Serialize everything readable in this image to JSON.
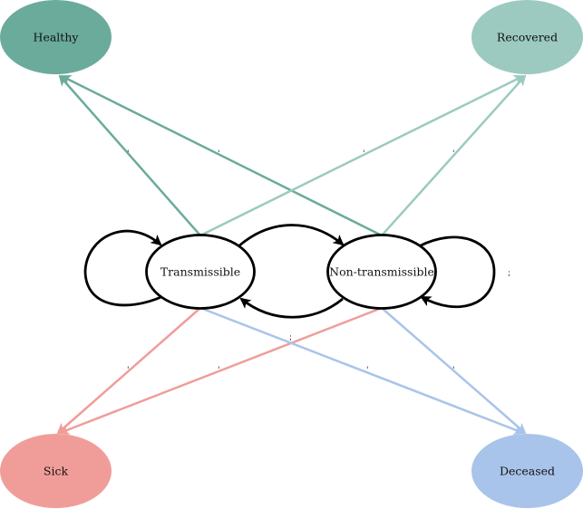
{
  "nodes": {
    "healthy": {
      "label": "Healthy",
      "color": "#6aab9c"
    },
    "recovered": {
      "label": "Recovered",
      "color": "#9ccac0"
    },
    "transmissible": {
      "label": "Transmissible",
      "color": "#ffffff"
    },
    "non_transmissible": {
      "label": "Non-transmissible",
      "color": "#ffffff"
    },
    "sick": {
      "label": "Sick",
      "color": "#f09d99"
    },
    "deceased": {
      "label": "Deceased",
      "color": "#a9c4ea"
    }
  },
  "edge_colors": {
    "to_healthy": "#6aab9c",
    "to_recovered": "#9ccac0",
    "to_sick": "#f09d99",
    "to_deceased": "#a9c4ea",
    "between_states": "#000000"
  },
  "edge_label_marks": {
    "semicolon": ";",
    "apostrophe": "'"
  }
}
